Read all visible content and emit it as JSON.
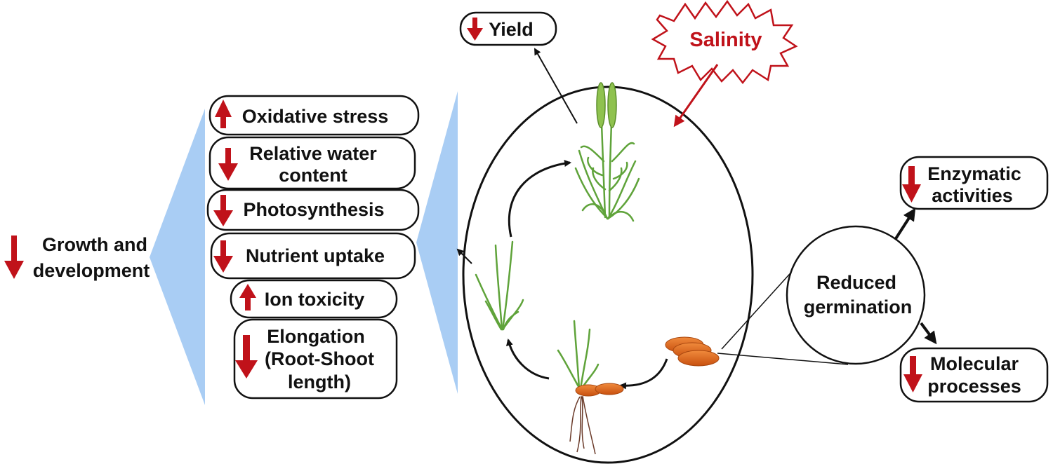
{
  "stressor": {
    "label": "Salinity"
  },
  "yield": {
    "label": "Yield",
    "direction": "down"
  },
  "overall_effect": {
    "line1": "Growth and",
    "line2": "development",
    "direction": "down"
  },
  "effects": [
    {
      "lines": [
        "Oxidative stress"
      ],
      "direction": "up"
    },
    {
      "lines": [
        "Relative water",
        "content"
      ],
      "direction": "down"
    },
    {
      "lines": [
        "Photosynthesis"
      ],
      "direction": "down"
    },
    {
      "lines": [
        "Nutrient uptake"
      ],
      "direction": "down"
    },
    {
      "lines": [
        "Ion toxicity"
      ],
      "direction": "up"
    },
    {
      "lines": [
        "Elongation",
        "(Root-Shoot",
        "length)"
      ],
      "direction": "down"
    }
  ],
  "germination": {
    "line1": "Reduced",
    "line2": "germination"
  },
  "germination_effects": [
    {
      "lines": [
        "Enzymatic",
        "activities"
      ],
      "direction": "down"
    },
    {
      "lines": [
        "Molecular",
        "processes"
      ],
      "direction": "down"
    }
  ],
  "colors": {
    "arrow_red": "#c0121a",
    "panel_blue": "#a9cdf4",
    "seed_orange": "#e8641c",
    "plant_green": "#5fa33a",
    "outline": "#111111"
  }
}
